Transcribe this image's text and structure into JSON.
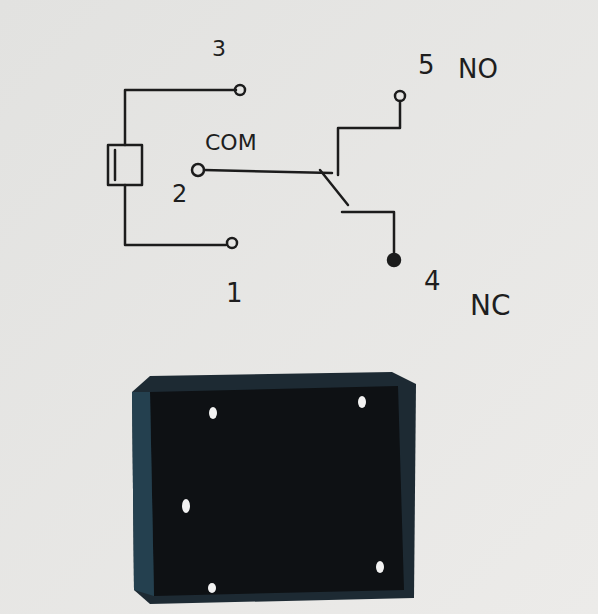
{
  "diagram": {
    "labels": [
      "3",
      "5",
      "NO",
      "COM",
      "2",
      "1",
      "4",
      "NC"
    ]
  }
}
